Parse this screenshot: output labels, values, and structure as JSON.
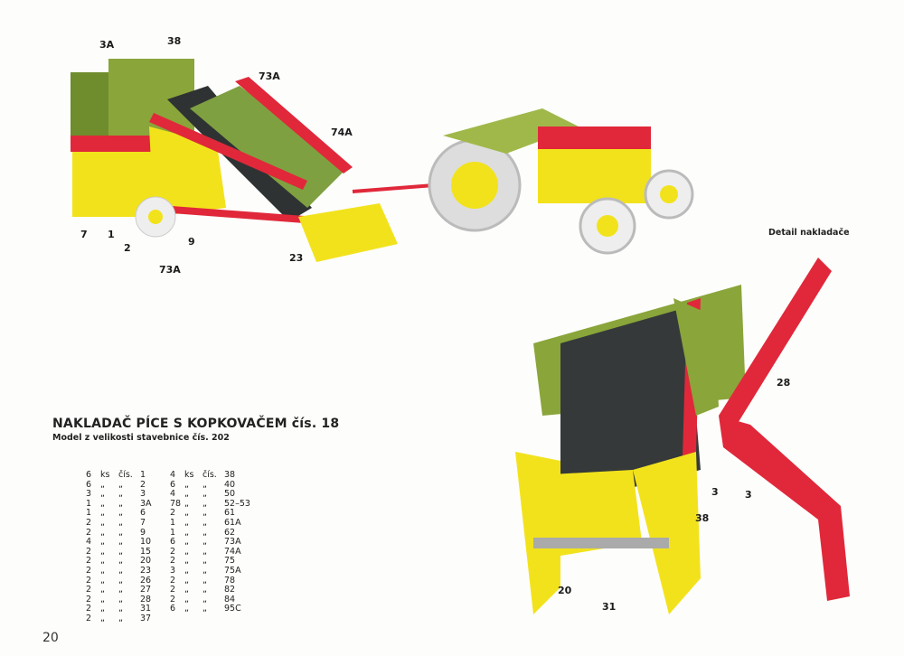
{
  "title": "NAKLADAČ PÍCE S KOPKOVAČEM čís. 18",
  "subtitle": "Model z velikosti stavebnice čís. 202",
  "detail_caption": "Detail nakladače",
  "page_number": "20",
  "top_labels": [
    "3A",
    "38",
    "73A",
    "74A",
    "7",
    "1",
    "2",
    "9",
    "73A",
    "23"
  ],
  "detail_labels": [
    "28",
    "3",
    "3",
    "38",
    "20",
    "31"
  ],
  "parts_units": {
    "ks": "ks",
    "cis": "čís.",
    "ditto": "„"
  },
  "parts_left": [
    {
      "qty": "6",
      "part": "1"
    },
    {
      "qty": "6",
      "part": "2"
    },
    {
      "qty": "3",
      "part": "3"
    },
    {
      "qty": "1",
      "part": "3A"
    },
    {
      "qty": "1",
      "part": "6"
    },
    {
      "qty": "2",
      "part": "7"
    },
    {
      "qty": "2",
      "part": "9"
    },
    {
      "qty": "4",
      "part": "10"
    },
    {
      "qty": "2",
      "part": "15"
    },
    {
      "qty": "2",
      "part": "20"
    },
    {
      "qty": "2",
      "part": "23"
    },
    {
      "qty": "2",
      "part": "26"
    },
    {
      "qty": "2",
      "part": "27"
    },
    {
      "qty": "2",
      "part": "28"
    },
    {
      "qty": "2",
      "part": "31"
    },
    {
      "qty": "2",
      "part": "37"
    }
  ],
  "parts_right": [
    {
      "qty": "4",
      "part": "38"
    },
    {
      "qty": "6",
      "part": "40"
    },
    {
      "qty": "4",
      "part": "50"
    },
    {
      "qty": "78",
      "part": "52–53"
    },
    {
      "qty": "2",
      "part": "61"
    },
    {
      "qty": "1",
      "part": "61A"
    },
    {
      "qty": "1",
      "part": "62"
    },
    {
      "qty": "6",
      "part": "73A"
    },
    {
      "qty": "2",
      "part": "74A"
    },
    {
      "qty": "2",
      "part": "75"
    },
    {
      "qty": "3",
      "part": "75A"
    },
    {
      "qty": "2",
      "part": "78"
    },
    {
      "qty": "2",
      "part": "82"
    },
    {
      "qty": "2",
      "part": "84"
    },
    {
      "qty": "6",
      "part": "95C"
    }
  ],
  "colors": {
    "yellow": "#f2e21c",
    "green": "#7f9a34",
    "red": "#e0283a",
    "dark": "#2f3233"
  }
}
